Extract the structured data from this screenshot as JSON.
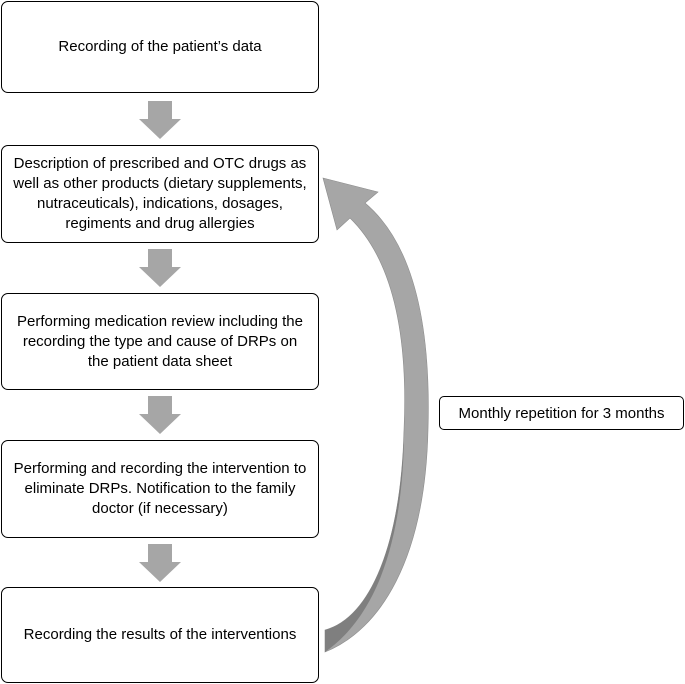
{
  "steps": [
    {
      "text": "Recording of the patient’s data"
    },
    {
      "text": "Description of prescribed and OTC drugs as well as other products (dietary supplements, nutraceuticals), indications, dosages, regiments and drug allergies"
    },
    {
      "text": "Performing medication review including the recording the type and cause of DRPs on the patient data sheet"
    },
    {
      "text": "Performing and recording the intervention to eliminate DRPs. Notification to the family doctor (if necessary)"
    },
    {
      "text": "Recording the results of the interventions"
    }
  ],
  "loop_label": "Monthly repetition for 3 months",
  "colors": {
    "arrow": "#a6a6a6",
    "arrow_dark": "#7f7f7f",
    "border": "#000000"
  }
}
